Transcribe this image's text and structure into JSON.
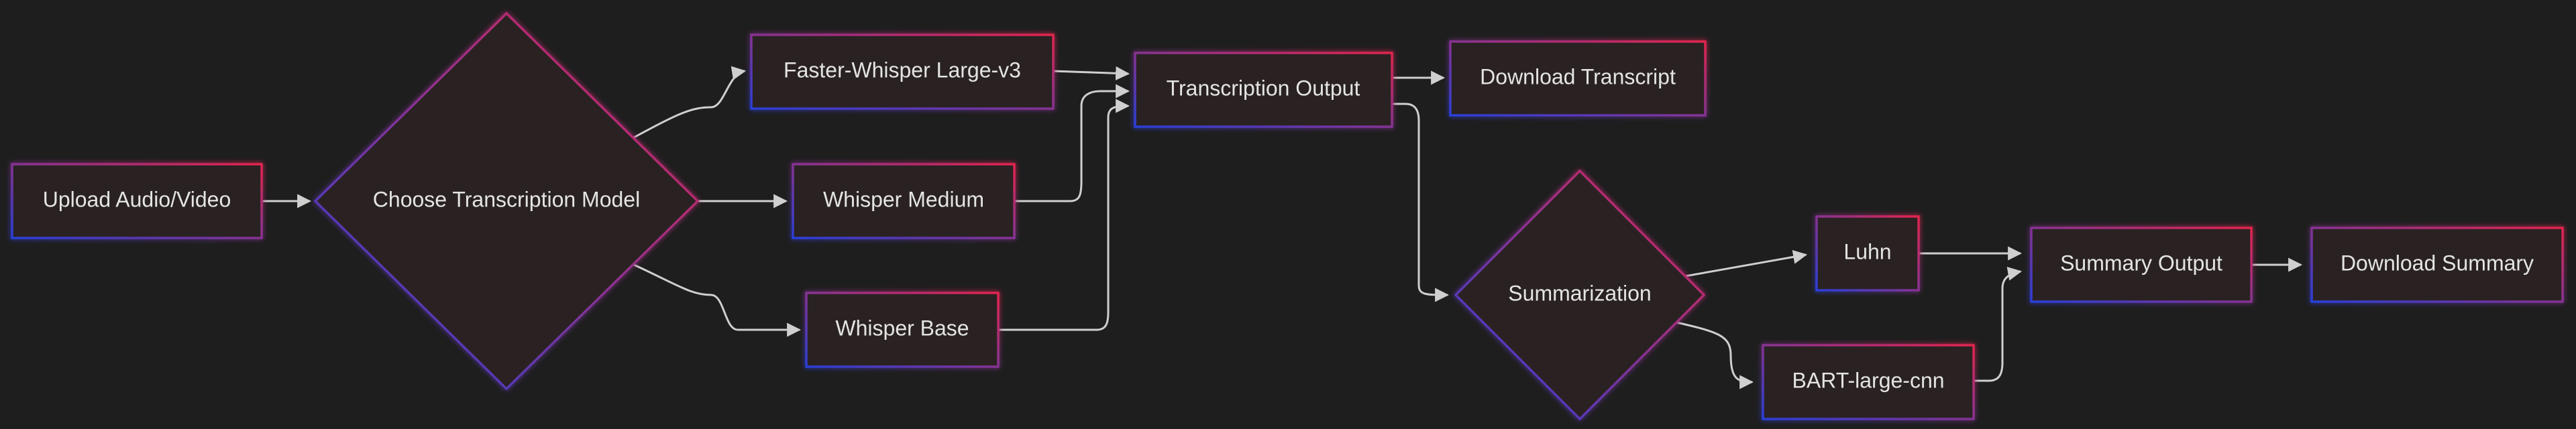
{
  "diagram": {
    "type": "flowchart",
    "nodes": {
      "upload": {
        "label": "Upload Audio/Video",
        "shape": "rect"
      },
      "choose_model": {
        "label": "Choose Transcription Model",
        "shape": "diamond"
      },
      "faster_whisper": {
        "label": "Faster-Whisper Large-v3",
        "shape": "rect"
      },
      "whisper_medium": {
        "label": "Whisper Medium",
        "shape": "rect"
      },
      "whisper_base": {
        "label": "Whisper Base",
        "shape": "rect"
      },
      "transcription_output": {
        "label": "Transcription Output",
        "shape": "rect"
      },
      "download_transcript": {
        "label": "Download Transcript",
        "shape": "rect"
      },
      "summarization": {
        "label": "Summarization",
        "shape": "diamond"
      },
      "luhn": {
        "label": "Luhn",
        "shape": "rect"
      },
      "bart": {
        "label": "BART-large-cnn",
        "shape": "rect"
      },
      "summary_output": {
        "label": "Summary Output",
        "shape": "rect"
      },
      "download_summary": {
        "label": "Download Summary",
        "shape": "rect"
      }
    },
    "edges": [
      {
        "from": "upload",
        "to": "choose_model"
      },
      {
        "from": "choose_model",
        "to": "faster_whisper"
      },
      {
        "from": "choose_model",
        "to": "whisper_medium"
      },
      {
        "from": "choose_model",
        "to": "whisper_base"
      },
      {
        "from": "faster_whisper",
        "to": "transcription_output"
      },
      {
        "from": "whisper_medium",
        "to": "transcription_output"
      },
      {
        "from": "whisper_base",
        "to": "transcription_output"
      },
      {
        "from": "transcription_output",
        "to": "download_transcript"
      },
      {
        "from": "transcription_output",
        "to": "summarization"
      },
      {
        "from": "summarization",
        "to": "luhn"
      },
      {
        "from": "summarization",
        "to": "bart"
      },
      {
        "from": "luhn",
        "to": "summary_output"
      },
      {
        "from": "bart",
        "to": "summary_output"
      },
      {
        "from": "summary_output",
        "to": "download_summary"
      }
    ],
    "colors": {
      "background": "#1e1e1e",
      "node_fill": "#2a2020",
      "border_start": "#2b3fd6",
      "border_end": "#e0264f",
      "edge": "#cfcfcf",
      "text": "#e4e4e4"
    }
  }
}
